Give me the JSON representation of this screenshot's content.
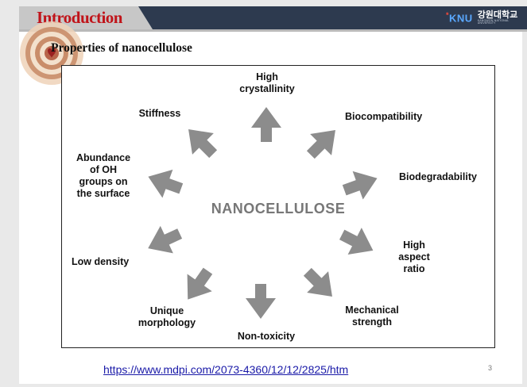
{
  "header": {
    "title": "Introduction",
    "logo_mark": "KNU",
    "logo_star": "*",
    "logo_name": "강원대학교",
    "logo_sub": "KANGWON NATIONAL UNIVERSITY"
  },
  "subtitle": "Properties of nanocellulose",
  "figure": {
    "center": "NANOCELLULOSE",
    "labels": {
      "top": "High\ncrystallinity",
      "top_right": "Biocompatibility",
      "right_upper": "Biodegradability",
      "right_lower": "High\naspect\nratio",
      "bottom_right": "Mechanical\nstrength",
      "bottom": "Non-toxicity",
      "bottom_left": "Unique\nmorphology",
      "left_lower": "Low density",
      "left_upper": "Abundance\nof OH\ngroups on\nthe surface",
      "top_left": "Stiffness"
    },
    "arrow_color": "#8c8c8c"
  },
  "footer": {
    "link": "https://www.mdpi.com/2073-4360/12/12/2825/htm",
    "page_number": "3"
  },
  "colors": {
    "header_bar": "#2d3a4f",
    "title_red": "#c0141a",
    "link_blue": "#1a1aa8"
  }
}
